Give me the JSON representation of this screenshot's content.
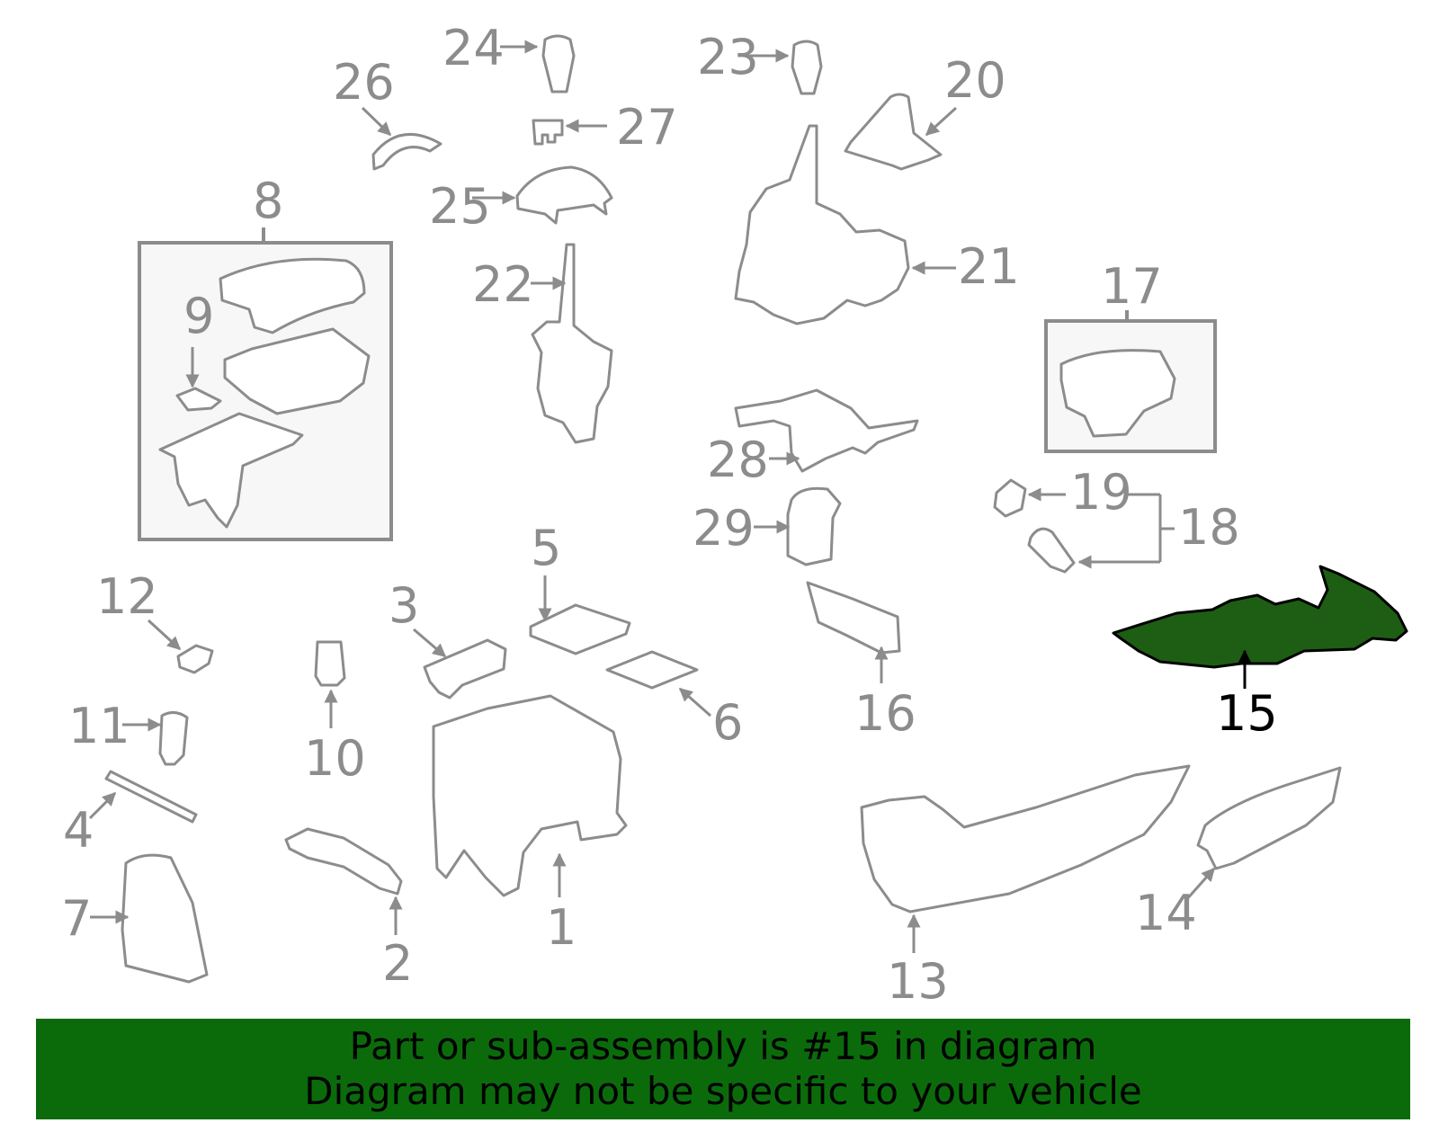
{
  "colors": {
    "part_stroke": "#8c8c8c",
    "label": "#8c8c8c",
    "highlight_fill": "#1e5e14",
    "highlight_label": "#000000",
    "banner_bg": "#0b6b0b",
    "banner_text": "#000000"
  },
  "highlighted_part": "15",
  "callouts": {
    "c1": "1",
    "c2": "2",
    "c3": "3",
    "c4": "4",
    "c5": "5",
    "c6": "6",
    "c7": "7",
    "c8": "8",
    "c9": "9",
    "c10": "10",
    "c11": "11",
    "c12": "12",
    "c13": "13",
    "c14": "14",
    "c15": "15",
    "c16": "16",
    "c17": "17",
    "c18": "18",
    "c19": "19",
    "c20": "20",
    "c21": "21",
    "c22": "22",
    "c23": "23",
    "c24": "24",
    "c25": "25",
    "c26": "26",
    "c27": "27",
    "c28": "28",
    "c29": "29"
  },
  "banner": {
    "line1": "Part or sub-assembly is #15 in diagram",
    "line2": "Diagram may not be specific to your vehicle"
  }
}
